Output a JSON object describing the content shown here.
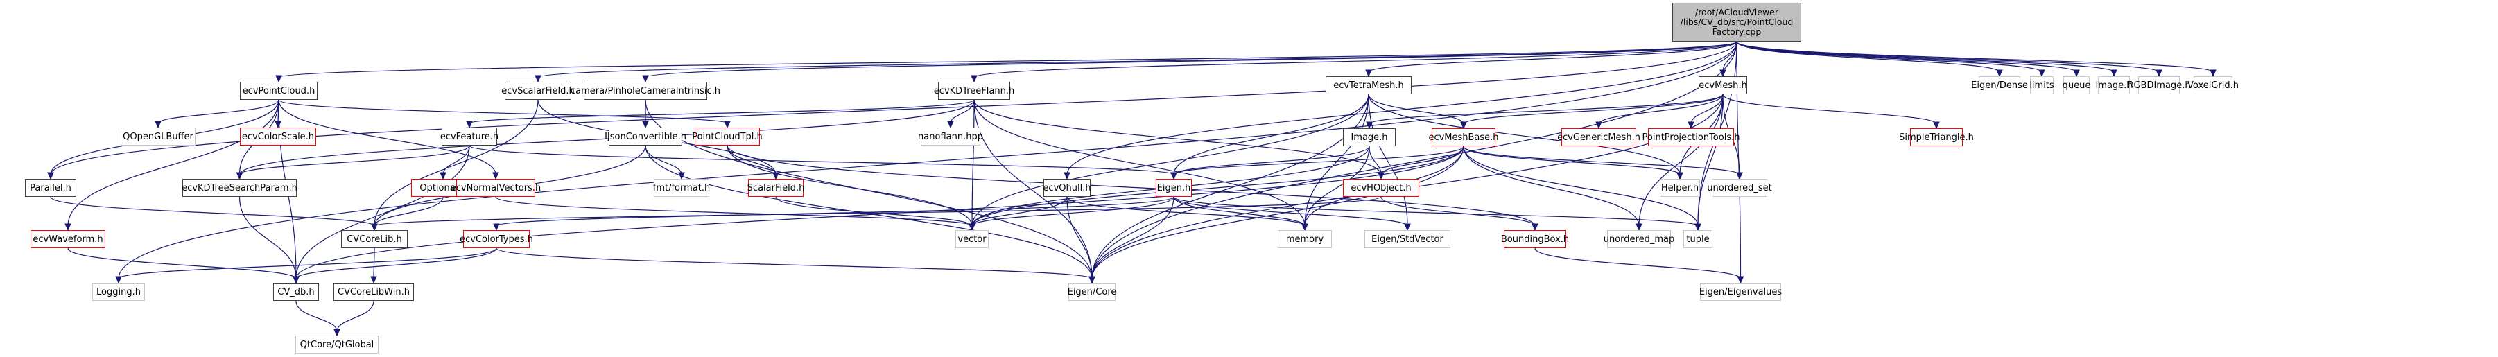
{
  "title": "/root/ACloudViewer/libs/CV_db/src/PointCloudFactory.cpp",
  "legend_colors": {
    "edge": "#191970",
    "root_fill": "#bfbfbf",
    "local_border": "#404040",
    "incomplete_border": "#ff0000",
    "system_border": "#c8c8c8"
  },
  "root": {
    "lines": [
      "/root/ACloudViewer",
      "/libs/CV_db/src/PointCloud",
      "Factory.cpp"
    ]
  },
  "nodes": [
    {
      "id": "ecvPointCloud",
      "label": "ecvPointCloud.h",
      "kind": "local"
    },
    {
      "id": "ecvScalarField",
      "label": "ecvScalarField.h",
      "kind": "local"
    },
    {
      "id": "PinholeCam",
      "label": "camera/PinholeCameraIntrinsic.h",
      "kind": "local"
    },
    {
      "id": "ecvKDTreeFlann",
      "label": "ecvKDTreeFlann.h",
      "kind": "local"
    },
    {
      "id": "ecvTetraMesh",
      "label": "ecvTetraMesh.h",
      "kind": "local"
    },
    {
      "id": "ecvMesh",
      "label": "ecvMesh.h",
      "kind": "local"
    },
    {
      "id": "EigenDense",
      "label": "Eigen/Dense",
      "kind": "system"
    },
    {
      "id": "limits",
      "label": "limits",
      "kind": "system"
    },
    {
      "id": "queue",
      "label": "queue",
      "kind": "system"
    },
    {
      "id": "ImageSys",
      "label": "Image.h",
      "kind": "system"
    },
    {
      "id": "RGBDImage",
      "label": "RGBDImage.h",
      "kind": "system"
    },
    {
      "id": "VoxelGrid",
      "label": "VoxelGrid.h",
      "kind": "system"
    },
    {
      "id": "QOpenGLBuffer",
      "label": "QOpenGLBuffer",
      "kind": "system"
    },
    {
      "id": "ecvColorScale",
      "label": "ecvColorScale.h",
      "kind": "broken"
    },
    {
      "id": "ecvFeature",
      "label": "ecvFeature.h",
      "kind": "local"
    },
    {
      "id": "IJsonConvertible",
      "label": "IJsonConvertible.h",
      "kind": "local"
    },
    {
      "id": "PointCloudTpl",
      "label": "PointCloudTpl.h",
      "kind": "broken"
    },
    {
      "id": "nanoflann",
      "label": "nanoflann.hpp",
      "kind": "system"
    },
    {
      "id": "Image",
      "label": "Image.h",
      "kind": "local"
    },
    {
      "id": "ecvMeshBase",
      "label": "ecvMeshBase.h",
      "kind": "broken"
    },
    {
      "id": "ecvGenericMesh",
      "label": "ecvGenericMesh.h",
      "kind": "broken"
    },
    {
      "id": "PointProjectionTools",
      "label": "PointProjectionTools.h",
      "kind": "broken"
    },
    {
      "id": "SimpleTriangle",
      "label": "SimpleTriangle.h",
      "kind": "broken"
    },
    {
      "id": "Parallel",
      "label": "Parallel.h",
      "kind": "local"
    },
    {
      "id": "ecvKDTreeSearchParam",
      "label": "ecvKDTreeSearchParam.h",
      "kind": "local"
    },
    {
      "id": "Optional",
      "label": "Optional.h",
      "kind": "broken"
    },
    {
      "id": "ecvNormalVectors",
      "label": "ecvNormalVectors.h",
      "kind": "broken"
    },
    {
      "id": "fmtformat",
      "label": "fmt/format.h",
      "kind": "system"
    },
    {
      "id": "ScalarField",
      "label": "ScalarField.h",
      "kind": "broken"
    },
    {
      "id": "ecvQhull",
      "label": "ecvQhull.h",
      "kind": "local"
    },
    {
      "id": "Eigen",
      "label": "Eigen.h",
      "kind": "broken"
    },
    {
      "id": "ecvHObject",
      "label": "ecvHObject.h",
      "kind": "broken"
    },
    {
      "id": "Helper",
      "label": "Helper.h",
      "kind": "system"
    },
    {
      "id": "unordered_set",
      "label": "unordered_set",
      "kind": "system"
    },
    {
      "id": "ecvWaveform",
      "label": "ecvWaveform.h",
      "kind": "broken"
    },
    {
      "id": "CVCoreLib",
      "label": "CVCoreLib.h",
      "kind": "local"
    },
    {
      "id": "ecvColorTypes",
      "label": "ecvColorTypes.h",
      "kind": "broken"
    },
    {
      "id": "vector",
      "label": "vector",
      "kind": "system"
    },
    {
      "id": "memory",
      "label": "memory",
      "kind": "system"
    },
    {
      "id": "EigenStdVector",
      "label": "Eigen/StdVector",
      "kind": "system"
    },
    {
      "id": "BoundingBox",
      "label": "BoundingBox.h",
      "kind": "broken"
    },
    {
      "id": "unordered_map",
      "label": "unordered_map",
      "kind": "system"
    },
    {
      "id": "tuple",
      "label": "tuple",
      "kind": "system"
    },
    {
      "id": "Logging",
      "label": "Logging.h",
      "kind": "system"
    },
    {
      "id": "CV_db",
      "label": "CV_db.h",
      "kind": "local"
    },
    {
      "id": "CVCoreLibWin",
      "label": "CVCoreLibWin.h",
      "kind": "local"
    },
    {
      "id": "EigenCore",
      "label": "Eigen/Core",
      "kind": "system"
    },
    {
      "id": "EigenEigenvalues",
      "label": "Eigen/Eigenvalues",
      "kind": "system"
    },
    {
      "id": "QtGlobal",
      "label": "QtCore/QtGlobal",
      "kind": "system"
    }
  ],
  "edges": [
    [
      "root",
      "ecvPointCloud"
    ],
    [
      "root",
      "ecvScalarField"
    ],
    [
      "root",
      "PinholeCam"
    ],
    [
      "root",
      "ecvKDTreeFlann"
    ],
    [
      "root",
      "ecvTetraMesh"
    ],
    [
      "root",
      "ecvMesh"
    ],
    [
      "root",
      "EigenDense"
    ],
    [
      "root",
      "limits"
    ],
    [
      "root",
      "queue"
    ],
    [
      "root",
      "ImageSys"
    ],
    [
      "root",
      "RGBDImage"
    ],
    [
      "root",
      "VoxelGrid"
    ],
    [
      "root",
      "Parallel"
    ],
    [
      "root",
      "Logging"
    ],
    [
      "root",
      "ecvQhull"
    ],
    [
      "root",
      "tuple"
    ],
    [
      "root",
      "EigenCore"
    ],
    [
      "root",
      "EigenEigenvalues"
    ],
    [
      "ecvPointCloud",
      "QOpenGLBuffer"
    ],
    [
      "ecvPointCloud",
      "ecvColorScale"
    ],
    [
      "ecvPointCloud",
      "ecvKDTreeSearchParam"
    ],
    [
      "ecvPointCloud",
      "ecvWaveform"
    ],
    [
      "ecvPointCloud",
      "PointCloudTpl"
    ],
    [
      "ecvPointCloud",
      "ecvNormalVectors"
    ],
    [
      "ecvPointCloud",
      "CV_db"
    ],
    [
      "ecvPointCloud",
      "Parallel"
    ],
    [
      "ecvScalarField",
      "ScalarField"
    ],
    [
      "ecvScalarField",
      "CVCoreLib"
    ],
    [
      "PinholeCam",
      "IJsonConvertible"
    ],
    [
      "PinholeCam",
      "EigenCore"
    ],
    [
      "ecvKDTreeFlann",
      "nanoflann"
    ],
    [
      "ecvKDTreeFlann",
      "ecvFeature"
    ],
    [
      "ecvKDTreeFlann",
      "ecvKDTreeSearchParam"
    ],
    [
      "ecvKDTreeFlann",
      "vector"
    ],
    [
      "ecvKDTreeFlann",
      "memory"
    ],
    [
      "ecvKDTreeFlann",
      "ecvHObject"
    ],
    [
      "ecvKDTreeFlann",
      "EigenCore"
    ],
    [
      "ecvTetraMesh",
      "ecvMeshBase"
    ],
    [
      "ecvTetraMesh",
      "Eigen"
    ],
    [
      "ecvTetraMesh",
      "memory"
    ],
    [
      "ecvTetraMesh",
      "EigenCore"
    ],
    [
      "ecvTetraMesh",
      "Helper"
    ],
    [
      "ecvTetraMesh",
      "EigenStdVector"
    ],
    [
      "ecvTetraMesh",
      "vector"
    ],
    [
      "ecvMesh",
      "Image"
    ],
    [
      "ecvMesh",
      "ecvMeshBase"
    ],
    [
      "ecvMesh",
      "ecvGenericMesh"
    ],
    [
      "ecvMesh",
      "PointProjectionTools"
    ],
    [
      "ecvMesh",
      "SimpleTriangle"
    ],
    [
      "ecvMesh",
      "unordered_set"
    ],
    [
      "ecvMesh",
      "Helper"
    ],
    [
      "ecvMesh",
      "unordered_map"
    ],
    [
      "ecvMesh",
      "tuple"
    ],
    [
      "ecvMesh",
      "EigenCore"
    ],
    [
      "ecvFeature",
      "Optional"
    ],
    [
      "ecvFeature",
      "ecvKDTreeSearchParam"
    ],
    [
      "ecvFeature",
      "CV_db"
    ],
    [
      "ecvFeature",
      "Eigen"
    ],
    [
      "IJsonConvertible",
      "fmtformat"
    ],
    [
      "IJsonConvertible",
      "CVCoreLib"
    ],
    [
      "IJsonConvertible",
      "EigenCore"
    ],
    [
      "PointCloudTpl",
      "ScalarField"
    ],
    [
      "PointCloudTpl",
      "BoundingBox"
    ],
    [
      "PointCloudTpl",
      "vector"
    ],
    [
      "Image",
      "ecvHObject"
    ],
    [
      "Image",
      "Eigen"
    ],
    [
      "Image",
      "vector"
    ],
    [
      "Image",
      "memory"
    ],
    [
      "ecvMeshBase",
      "ecvHObject"
    ],
    [
      "ecvMeshBase",
      "Eigen"
    ],
    [
      "ecvMeshBase",
      "memory"
    ],
    [
      "ecvMeshBase",
      "Helper"
    ],
    [
      "ecvMeshBase",
      "unordered_set"
    ],
    [
      "ecvMeshBase",
      "unordered_map"
    ],
    [
      "ecvMeshBase",
      "tuple"
    ],
    [
      "ecvMeshBase",
      "vector"
    ],
    [
      "ecvMeshBase",
      "EigenCore"
    ],
    [
      "ecvMeshBase",
      "CV_db"
    ],
    [
      "Parallel",
      "CVCoreLib"
    ],
    [
      "ecvKDTreeSearchParam",
      "CV_db"
    ],
    [
      "Optional",
      "CVCoreLib"
    ],
    [
      "ecvNormalVectors",
      "vector"
    ],
    [
      "ScalarField",
      "vector"
    ],
    [
      "ecvQhull",
      "vector"
    ],
    [
      "ecvQhull",
      "memory"
    ],
    [
      "ecvQhull",
      "EigenCore"
    ],
    [
      "Eigen",
      "EigenCore"
    ],
    [
      "Eigen",
      "memory"
    ],
    [
      "Eigen",
      "EigenStdVector"
    ],
    [
      "Eigen",
      "tuple"
    ],
    [
      "Eigen",
      "vector"
    ],
    [
      "Eigen",
      "ecvColorTypes"
    ],
    [
      "ecvHObject",
      "BoundingBox"
    ],
    [
      "ecvHObject",
      "CVCoreLib"
    ],
    [
      "ecvWaveform",
      "CV_db"
    ],
    [
      "CVCoreLib",
      "CVCoreLibWin"
    ],
    [
      "ecvColorTypes",
      "CV_db"
    ],
    [
      "ecvColorTypes",
      "EigenCore"
    ],
    [
      "ecvColorTypes",
      "Logging"
    ],
    [
      "BoundingBox",
      "EigenEigenvalues"
    ],
    [
      "CV_db",
      "QtGlobal"
    ],
    [
      "CVCoreLibWin",
      "QtGlobal"
    ]
  ]
}
